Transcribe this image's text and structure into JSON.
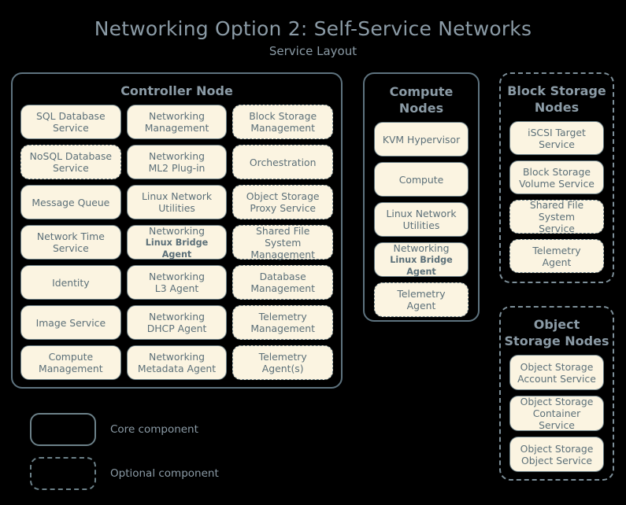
{
  "title": {
    "main": "Networking Option 2: Self-Service Networks",
    "sub": "Service Layout"
  },
  "colors": {
    "background": "#000000",
    "container_border": "#5e737f",
    "chip_fill": "#fbf4e1",
    "chip_border": "#6c8189",
    "chip_text": "#5c7079",
    "heading_text": "#8b9ba6"
  },
  "legend": {
    "items": [
      {
        "label": "Core component",
        "style": "solid"
      },
      {
        "label": "Optional component",
        "style": "dashed"
      }
    ]
  },
  "nodes": {
    "controller": {
      "title": "Controller Node",
      "container_style": "solid",
      "columns": [
        [
          {
            "l1": "SQL Database",
            "l2": "Service",
            "style": "solid"
          },
          {
            "l1": "NoSQL Database",
            "l2": "Service",
            "style": "dashed"
          },
          {
            "l1": "Message Queue",
            "l2": "",
            "style": "solid"
          },
          {
            "l1": "Network Time",
            "l2": "Service",
            "style": "solid"
          },
          {
            "l1": "Identity",
            "l2": "",
            "style": "solid"
          },
          {
            "l1": "Image Service",
            "l2": "",
            "style": "solid"
          },
          {
            "l1": "Compute",
            "l2": "Management",
            "style": "solid"
          }
        ],
        [
          {
            "l1": "Networking",
            "l2": "Management",
            "style": "solid"
          },
          {
            "l1": "Networking",
            "l2": "ML2 Plug-in",
            "style": "solid"
          },
          {
            "l1": "Linux Network",
            "l2": "Utilities",
            "style": "solid"
          },
          {
            "l1": "Networking",
            "l2": "Linux Bridge Agent",
            "l2_small": true,
            "style": "solid"
          },
          {
            "l1": "Networking",
            "l2": "L3 Agent",
            "style": "solid"
          },
          {
            "l1": "Networking",
            "l2": "DHCP Agent",
            "style": "solid"
          },
          {
            "l1": "Networking",
            "l2": "Metadata Agent",
            "style": "solid"
          }
        ],
        [
          {
            "l1": "Block Storage",
            "l2": "Management",
            "style": "dashed"
          },
          {
            "l1": "Orchestration",
            "l2": "",
            "style": "dashed"
          },
          {
            "l1": "Object Storage",
            "l2": "Proxy Service",
            "style": "dashed"
          },
          {
            "l1": "Shared File System",
            "l2": "Management",
            "style": "dashed"
          },
          {
            "l1": "Database",
            "l2": "Management",
            "style": "dashed"
          },
          {
            "l1": "Telemetry",
            "l2": "Management",
            "style": "dashed"
          },
          {
            "l1": "Telemetry",
            "l2": "Agent(s)",
            "style": "dashed"
          }
        ]
      ]
    },
    "compute": {
      "title": "Compute\nNodes",
      "title_line1": "Compute",
      "title_line2": "Nodes",
      "container_style": "solid",
      "items": [
        {
          "l1": "KVM Hypervisor",
          "l2": "",
          "style": "solid"
        },
        {
          "l1": "Compute",
          "l2": "",
          "style": "solid"
        },
        {
          "l1": "Linux Network",
          "l2": "Utilities",
          "style": "solid"
        },
        {
          "l1": "Networking",
          "l2": "Linux Bridge Agent",
          "l2_small": true,
          "style": "solid"
        },
        {
          "l1": "Telemetry",
          "l2": "Agent",
          "style": "dashed"
        }
      ]
    },
    "block_storage": {
      "title_line1": "Block Storage",
      "title_line2": "Nodes",
      "container_style": "dashed",
      "items": [
        {
          "l1": "iSCSI Target",
          "l2": "Service",
          "style": "solid"
        },
        {
          "l1": "Block Storage",
          "l2": "Volume Service",
          "style": "solid"
        },
        {
          "l1": "Shared File System",
          "l2": "Service",
          "style": "dashed"
        },
        {
          "l1": "Telemetry",
          "l2": "Agent",
          "style": "dashed"
        }
      ]
    },
    "object_storage": {
      "title_line1": "Object",
      "title_line2": "Storage Nodes",
      "container_style": "dashed",
      "items": [
        {
          "l1": "Object Storage",
          "l2": "Account Service",
          "style": "solid"
        },
        {
          "l1": "Object Storage",
          "l2": "Container Service",
          "style": "solid"
        },
        {
          "l1": "Object Storage",
          "l2": "Object Service",
          "style": "solid"
        }
      ]
    }
  }
}
